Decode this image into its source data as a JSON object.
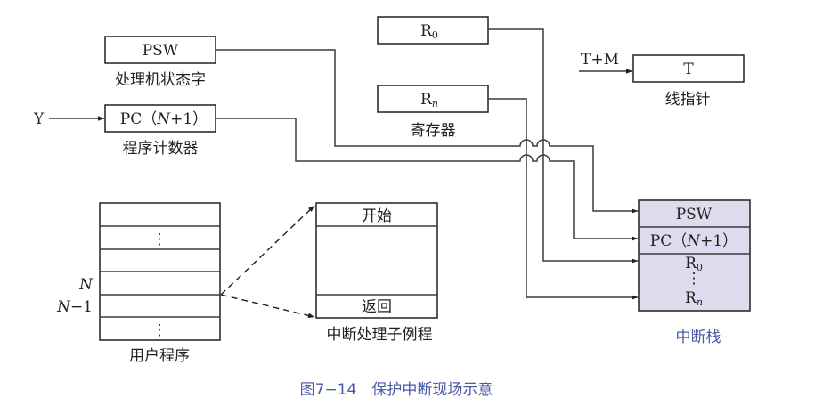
{
  "figure": {
    "caption": "图7−14　保护中断现场示意",
    "caption_color": "#4a5aa8"
  },
  "registers": {
    "psw": {
      "text": "PSW",
      "label": "处理机状态字"
    },
    "pc": {
      "text_prefix": "PC（",
      "text_var": "N",
      "text_suffix": "+1）",
      "label": "程序计数器",
      "input": "Y"
    },
    "r0": {
      "base": "R",
      "sub": "0"
    },
    "rn": {
      "base": "R",
      "sub": "n"
    },
    "reg_label": "寄存器",
    "stack_pointer": {
      "text": "T",
      "input": "T+M",
      "label": "线指针"
    }
  },
  "interrupt_stack": {
    "label": "中断栈",
    "label_color": "#4a5aa8",
    "fill_color": "#dcdcee",
    "rows": {
      "psw": "PSW",
      "pc_prefix": "PC（",
      "pc_var": "N",
      "pc_suffix": "+1）",
      "r0_base": "R",
      "r0_sub": "0",
      "dots": "⋮",
      "rn_base": "R",
      "rn_sub": "n"
    }
  },
  "user_program": {
    "label": "用户程序",
    "row_n": "N",
    "row_n_minus_1": "N−1",
    "dots": "⋮"
  },
  "isr": {
    "label": "中断处理子例程",
    "start": "开始",
    "return": "返回"
  }
}
